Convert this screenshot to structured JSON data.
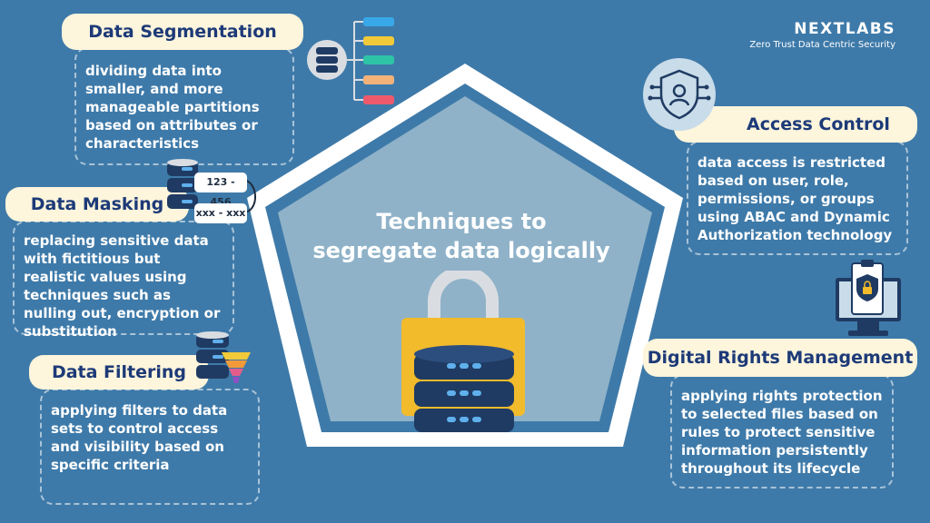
{
  "brand": {
    "name": "NEXTLABS",
    "tagline": "Zero Trust Data Centric Security"
  },
  "center": {
    "title_line1": "Techniques to",
    "title_line2": "segregate data logically"
  },
  "techniques": {
    "segmentation": {
      "title": "Data Segmentation",
      "description": "dividing data into smaller, and more manageable partitions based on attributes or characteristics"
    },
    "masking": {
      "title": "Data Masking",
      "description": "replacing sensitive data with fictitious but realistic values using techniques such as nulling out, encryption or substitution",
      "sample_before": "123 - 456",
      "sample_after": "xxx - xxx"
    },
    "filtering": {
      "title": "Data Filtering",
      "description": "applying filters to data sets to control access and visibility based on specific criteria"
    },
    "access_control": {
      "title": "Access Control",
      "description": "data access is restricted based on user, role, permissions, or groups using ABAC and Dynamic Authorization technology"
    },
    "drm": {
      "title": "Digital Rights Management",
      "description": "applying rights protection to selected files based on rules to protect sensitive information persistently throughout its lifecycle"
    }
  },
  "icons": {
    "segmentation": "database-branch-icon",
    "masking": "database-mask-icon",
    "filtering": "database-funnel-icon",
    "access_control": "shield-user-icon",
    "drm": "monitor-shield-lock-icon",
    "center": "padlock-database-icon"
  },
  "colors": {
    "background": "#3e7aa9",
    "pentagon_fill": "#8fb2c8",
    "pill": "#fdf5dc",
    "title_text": "#1d3a78",
    "lock": "#f2bb2b",
    "database": "#1f3b63",
    "database_dots": "#5fb0ec"
  }
}
